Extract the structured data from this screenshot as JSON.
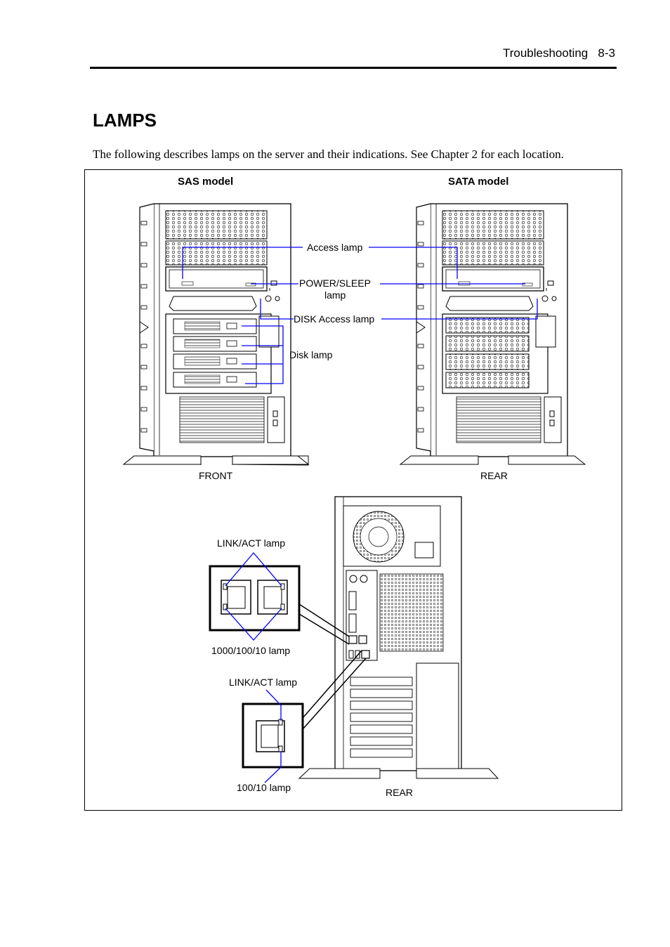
{
  "header": {
    "section": "Troubleshooting",
    "page": "8-3"
  },
  "title": "LAMPS",
  "intro": "The following describes lamps on the server and their indications. See Chapter 2 for each location.",
  "figure": {
    "sas_model_label": "SAS model",
    "sata_model_label": "SATA model",
    "front_label": "FRONT",
    "rear_label_top": "REAR",
    "rear_label_bottom": "REAR",
    "access_lamp": "Access lamp",
    "power_sleep_lamp_line1": "POWER/SLEEP",
    "power_sleep_lamp_line2": "lamp",
    "disk_access_lamp": "DISK Access lamp",
    "disk_lamp": "Disk lamp",
    "link_act_lamp_1": "LINK/ACT lamp",
    "speed_lamp_1000": "1000/100/10 lamp",
    "link_act_lamp_2": "LINK/ACT lamp",
    "speed_lamp_100": "100/10 lamp"
  },
  "colors": {
    "callout_blue": "#0000ff"
  }
}
